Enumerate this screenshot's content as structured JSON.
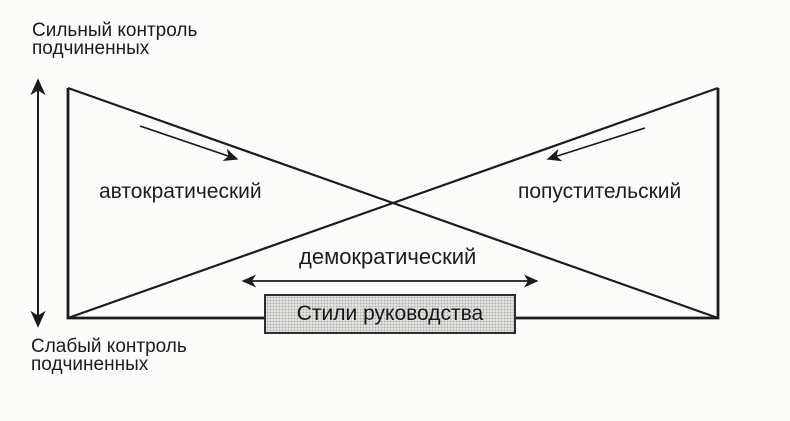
{
  "diagram": {
    "background_color": "#fcfcfb",
    "line_color": "#1c1c1c",
    "axis": {
      "top_label": {
        "line1": "Сильный контроль",
        "line2": "подчиненных"
      },
      "bottom_label": {
        "line1": "Слабый контроль",
        "line2": "подчиненных"
      }
    },
    "styles": {
      "autocratic": "автократический",
      "laissez_faire": "попустительский",
      "democratic": "демократический"
    },
    "legend_box": {
      "label": "Стили руководства",
      "fill_color": "#e4e4e2",
      "border_color": "#2e2e2e"
    }
  }
}
